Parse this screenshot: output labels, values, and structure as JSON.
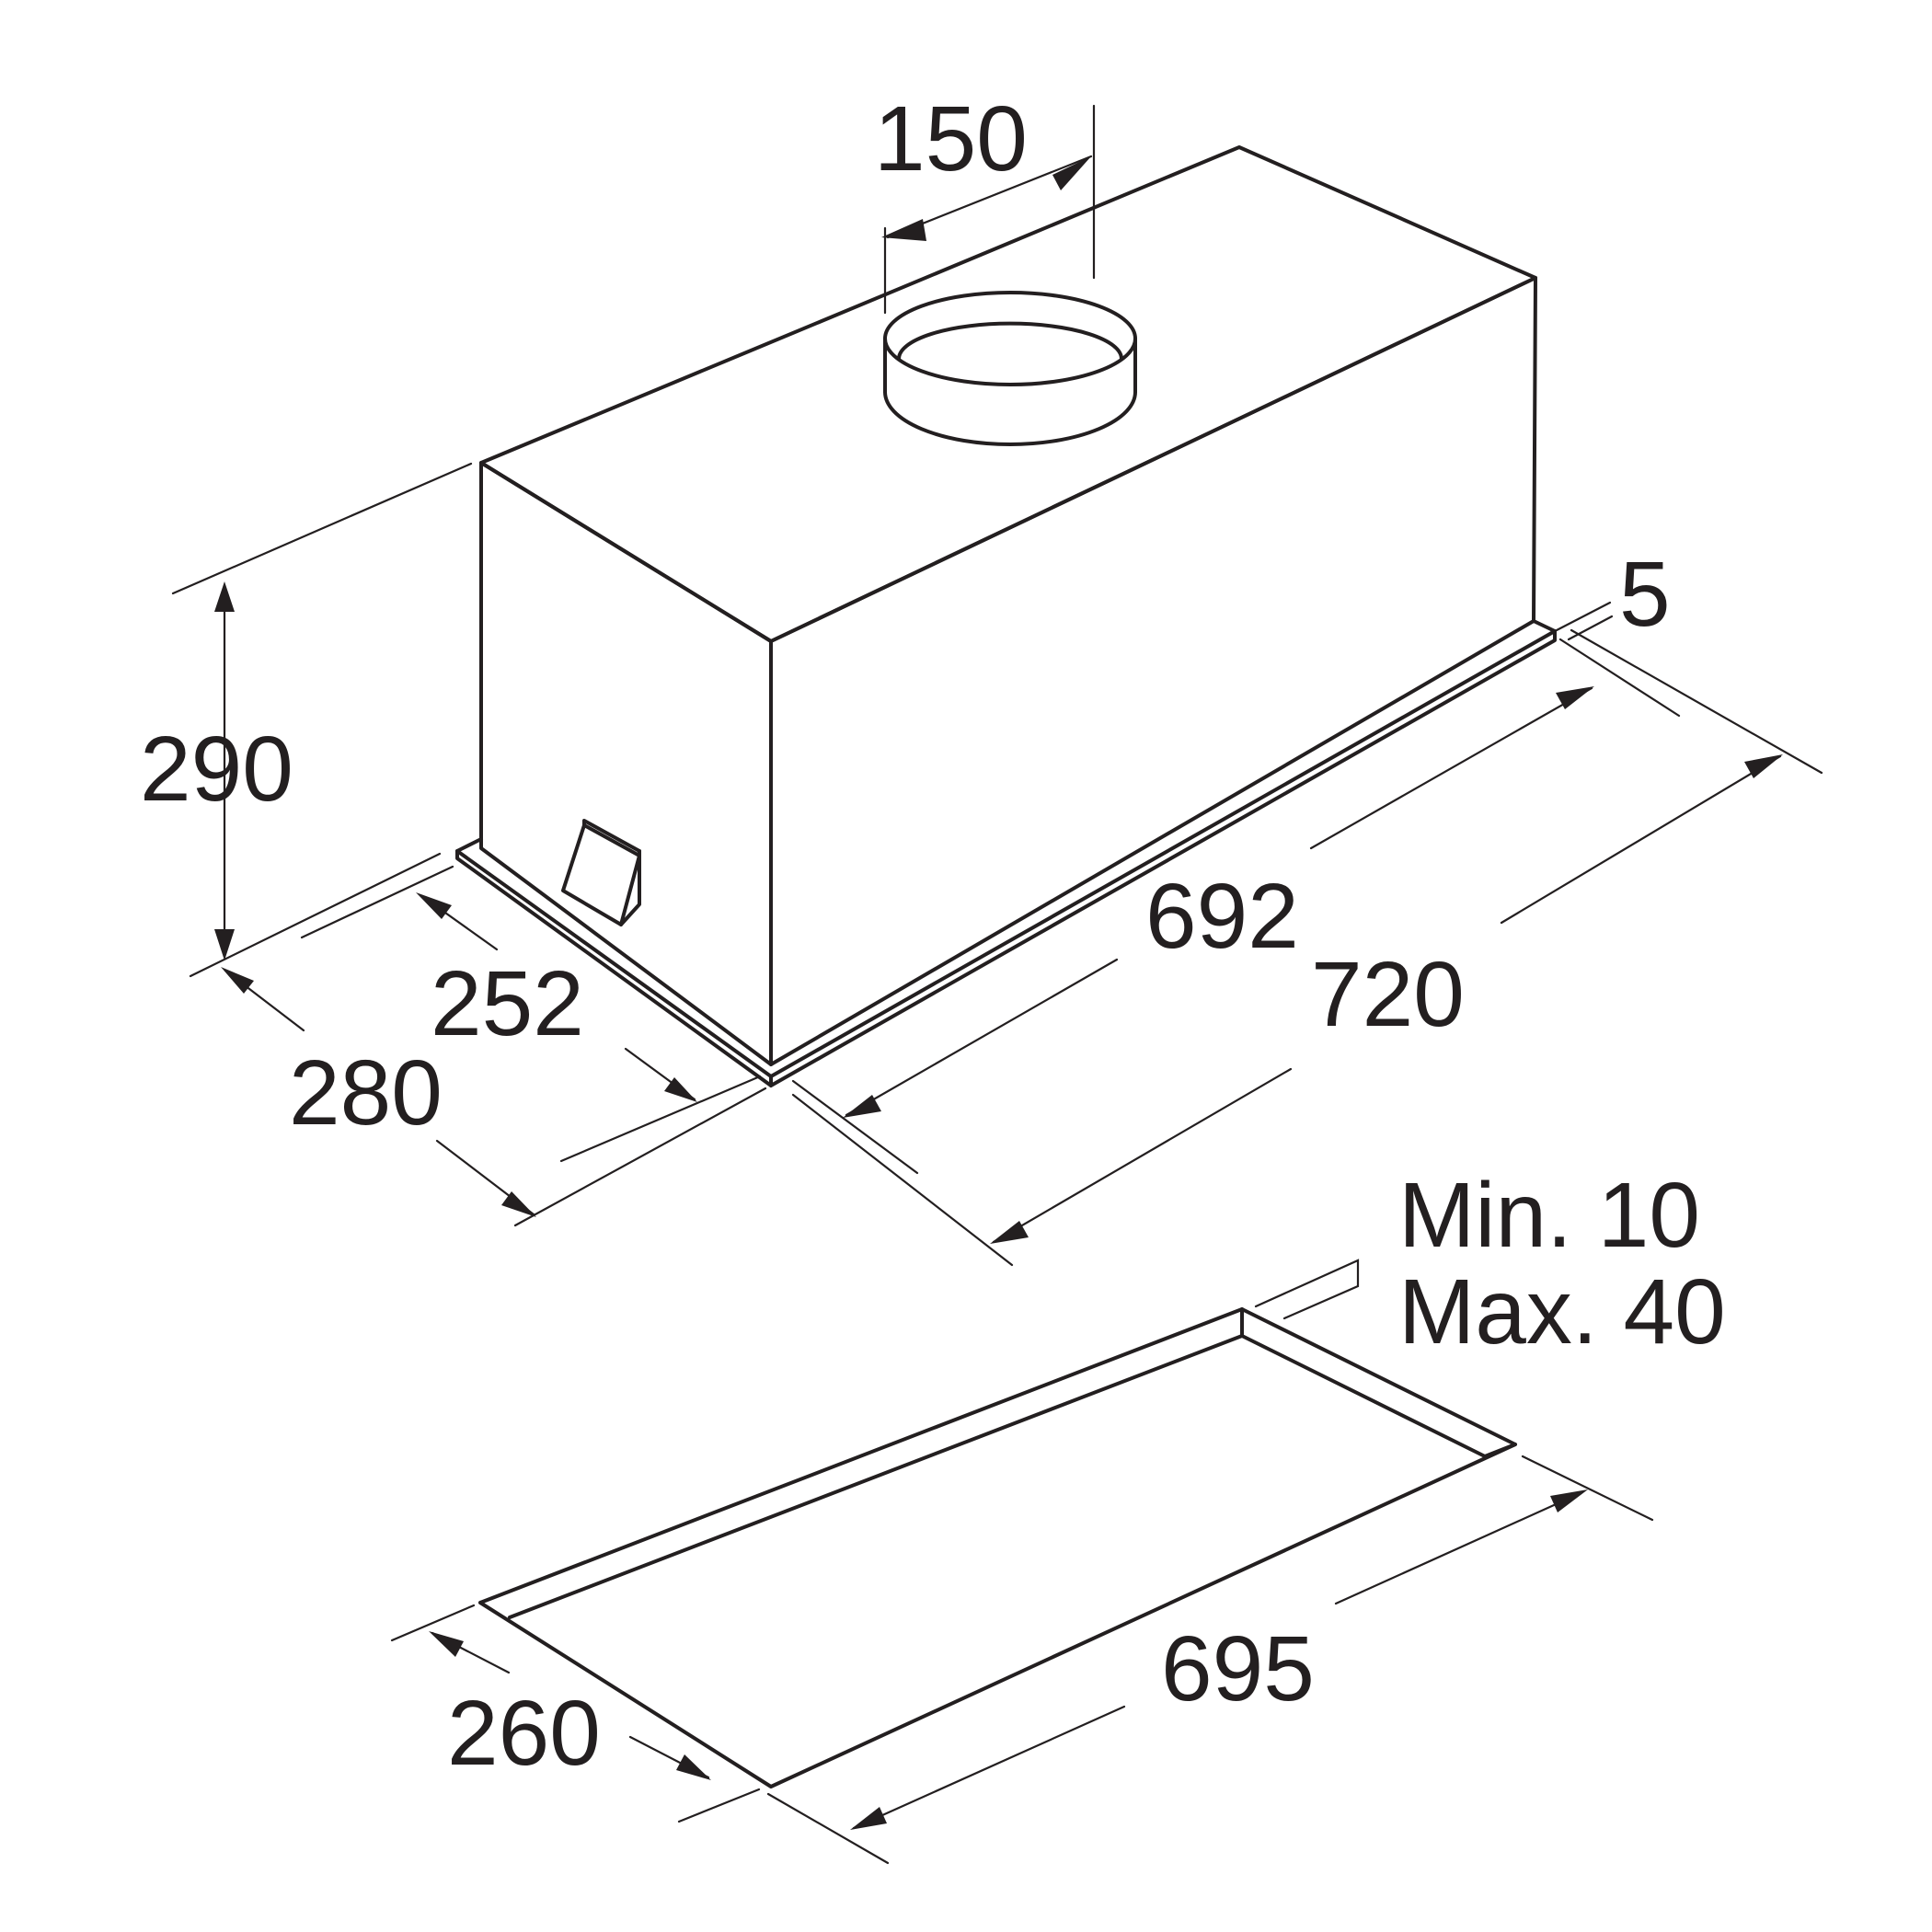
{
  "dimensions": {
    "duct_diameter": "150",
    "height": "290",
    "flange_thickness": "5",
    "body_length": "692",
    "overall_length": "720",
    "body_depth": "252",
    "overall_depth": "280",
    "panel_thickness_min": "Min. 10",
    "panel_thickness_max": "Max. 40",
    "cutout_length": "695",
    "cutout_depth": "260"
  }
}
